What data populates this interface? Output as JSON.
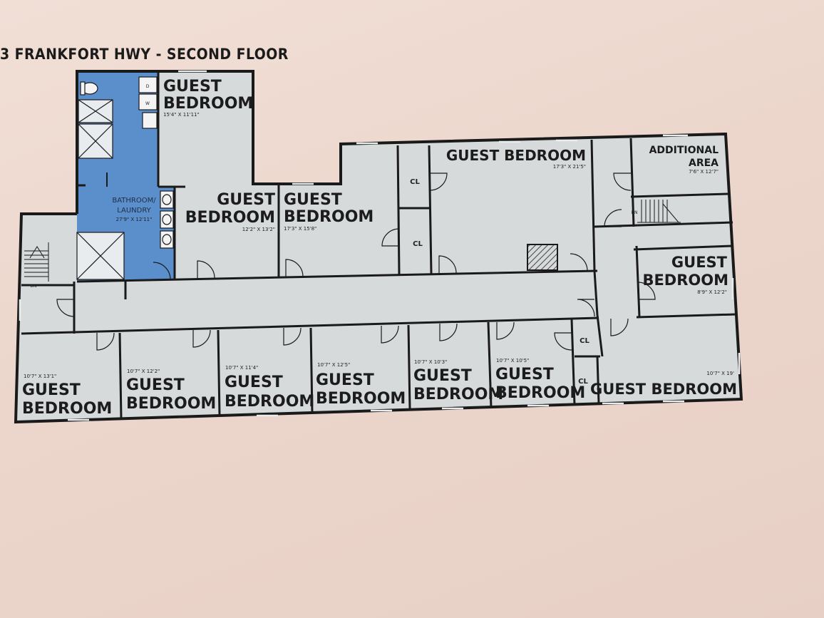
{
  "title": "3 FRANKFORT HWY - SECOND FLOOR",
  "colors": {
    "wall": "#1a1a1a",
    "floor": "#d7dadb",
    "bathroom": "#5a8fcb",
    "background": "#ecd6cc"
  },
  "rooms": {
    "guest_bedroom_top": {
      "name": "GUEST BEDROOM",
      "line1": "GUEST",
      "line2": "BEDROOM",
      "dim": "15'4\" X 11'11\""
    },
    "guest_bedroom_mid_a": {
      "line1": "GUEST",
      "line2": "BEDROOM",
      "dim": "12'2\" X 13'2\""
    },
    "guest_bedroom_mid_b": {
      "line1": "GUEST",
      "line2": "BEDROOM",
      "dim": "17'3\" X 15'8\""
    },
    "guest_bedroom_large": {
      "name": "GUEST BEDROOM",
      "dim": "17'3\" X 21'5\""
    },
    "additional_area": {
      "line1": "ADDITIONAL",
      "line2": "AREA",
      "dim": "7'6\" X 12'7\""
    },
    "guest_bedroom_right": {
      "line1": "GUEST",
      "line2": "BEDROOM",
      "dim": "8'9\" X 12'2\""
    },
    "bathroom_laundry": {
      "line1": "BATHROOM/",
      "line2": "LAUNDRY",
      "dim": "27'9\" X 12'11\""
    },
    "bottom_1": {
      "line1": "GUEST",
      "line2": "BEDROOM",
      "dim": "10'7\" X 13'1\""
    },
    "bottom_2": {
      "line1": "GUEST",
      "line2": "BEDROOM",
      "dim": "10'7\" X 12'2\""
    },
    "bottom_3": {
      "line1": "GUEST",
      "line2": "BEDROOM",
      "dim": "10'7\" X 11'4\""
    },
    "bottom_4": {
      "line1": "GUEST",
      "line2": "BEDROOM",
      "dim": "10'7\" X 12'5\""
    },
    "bottom_5": {
      "line1": "GUEST",
      "line2": "BEDROOM",
      "dim": "10'7\" X 10'3\""
    },
    "bottom_6": {
      "line1": "GUEST",
      "line2": "BEDROOM",
      "dim": "10'7\" X 10'5\""
    },
    "bottom_7": {
      "name": "GUEST BEDROOM",
      "dim": "10'7\" X 19'"
    }
  },
  "closet_label": "CL",
  "stair_label": "DN",
  "appliance_labels": {
    "dryer": "D",
    "washer": "W"
  }
}
